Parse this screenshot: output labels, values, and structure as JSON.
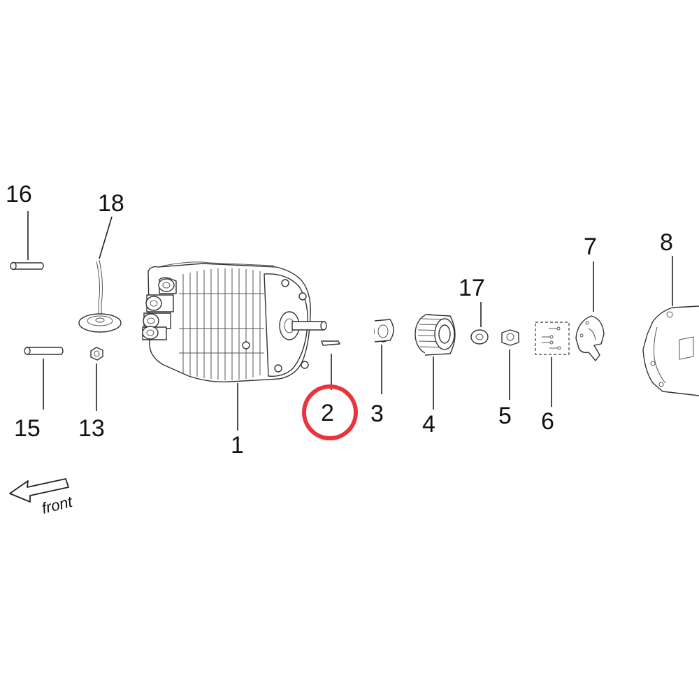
{
  "diagram": {
    "labels": {
      "p1": "1",
      "p2": "2",
      "p3": "3",
      "p4": "4",
      "p5": "5",
      "p6": "6",
      "p7": "7",
      "p8": "8",
      "p13": "13",
      "p15": "15",
      "p16": "16",
      "p17": "17",
      "p18": "18"
    },
    "front_label": "front",
    "highlight_color": "#e8353b",
    "highlighted_part": "2"
  }
}
